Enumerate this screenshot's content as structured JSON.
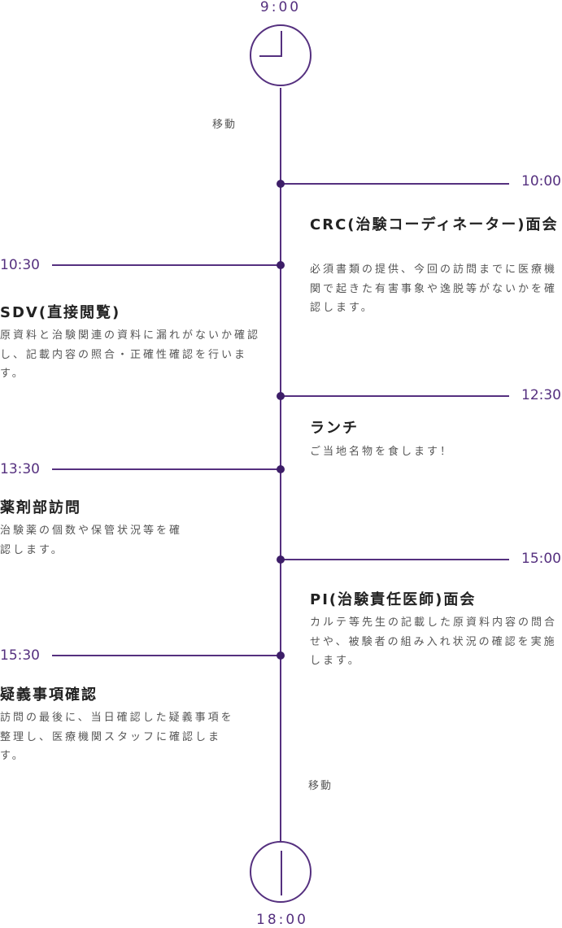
{
  "start_time": "9:00",
  "end_time": "18:00",
  "move_label_top": "移動",
  "move_label_bottom": "移動",
  "events": [
    {
      "time": "10:00",
      "title": "CRC(治験コーディネーター)面会",
      "description": "必須書類の提供、今回の訪問までに医療機関で起きた有害事象や逸脱等がないかを確認します。"
    },
    {
      "time": "10:30",
      "title": "SDV(直接閲覧)",
      "description": "原資料と治験関連の資料に漏れがないか確認し、記載内容の照合・正確性確認を行います。"
    },
    {
      "time": "12:30",
      "title": "ランチ",
      "description": "ご当地名物を食します！"
    },
    {
      "time": "13:30",
      "title": "薬剤部訪問",
      "description": "治験薬の個数や保管状況等を確認します。"
    },
    {
      "time": "15:00",
      "title": "PI(治験責任医師)面会",
      "description": "カルテ等先生の記載した原資料内容の問合せや、被験者の組み入れ状況の確認を実施します。"
    },
    {
      "time": "15:30",
      "title": "疑義事項確認",
      "description": "訪問の最後に、当日確認した疑義事項を整理し、医療機関スタッフに確認します。"
    }
  ],
  "colors": {
    "accent": "#55307f",
    "dot": "#3d1e68",
    "text": "#222222"
  }
}
